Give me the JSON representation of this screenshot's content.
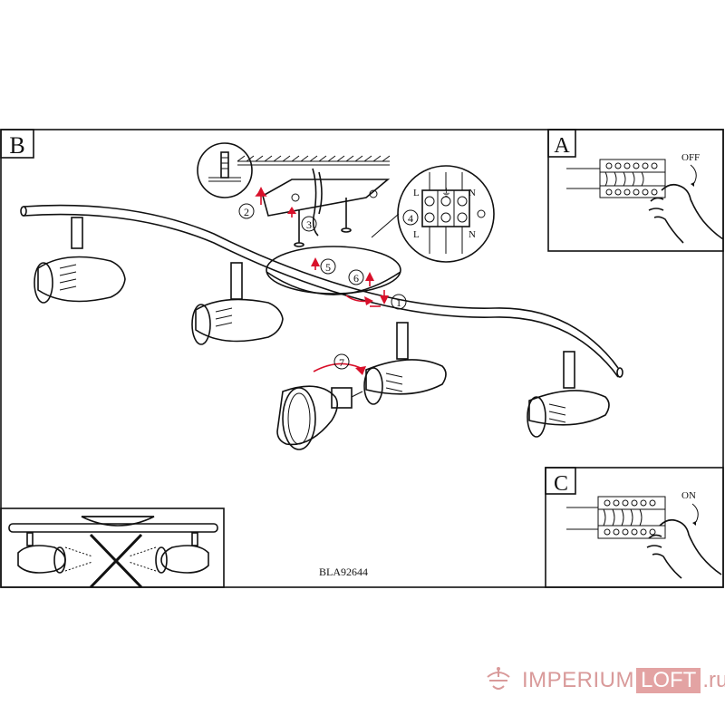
{
  "panels": {
    "b_label": "B",
    "a_label": "A",
    "c_label": "C"
  },
  "model_code": "BLA92644",
  "switch_a": {
    "state": "OFF"
  },
  "switch_c": {
    "state": "ON"
  },
  "terminal": {
    "l_top": "L",
    "e_top": "⏚",
    "n_top": "N",
    "l_bottom": "L",
    "n_bottom": "N"
  },
  "steps": [
    "1",
    "2",
    "3",
    "4",
    "5",
    "6",
    "7"
  ],
  "colors": {
    "arrow": "#d8102a",
    "line": "#111111",
    "watermark": "#d99a9a"
  },
  "watermark": {
    "brand": "IMPERIUM",
    "brand_box": "LOFT",
    "tld": ".ru"
  }
}
